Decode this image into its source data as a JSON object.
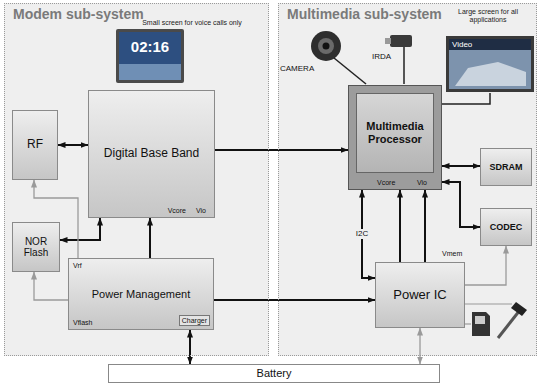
{
  "diagram": {
    "nodes": [
      {
        "text": [
          "Modem sub-system"
        ]
      },
      {
        "text": [
          "Digital Base Band",
          "Vcore",
          "Vio"
        ],
        "in": 0
      },
      {
        "text": [
          "RF"
        ],
        "in": 0
      },
      {
        "text": [
          "NOR Flash"
        ],
        "in": 0
      },
      {
        "text": [
          "Power Management",
          "Vrf",
          "Vflash",
          "Charger"
        ],
        "in": 0
      },
      {
        "text": [
          "Multimedia sub-system"
        ]
      },
      {
        "text": [
          "Multimedia Processor",
          "Vcore",
          "Vio"
        ],
        "in": 5
      },
      {
        "text": [
          "SDRAM"
        ],
        "in": 5
      },
      {
        "text": [
          "CODEC"
        ],
        "in": 5
      },
      {
        "text": [
          "Power IC"
        ],
        "in": 5
      },
      {
        "text": [
          "Battery"
        ]
      }
    ],
    "edges": [
      {
        "from": 2,
        "to": 1,
        "arrow": "both"
      },
      {
        "from": 3,
        "to": 1,
        "arrow": "both"
      },
      {
        "from": 4,
        "to": 1,
        "arrow": "to"
      },
      {
        "from": 4,
        "to": 2,
        "arrow": "to"
      },
      {
        "from": 4,
        "to": 3,
        "arrow": "to"
      },
      {
        "from": 1,
        "to": 6,
        "arrow": "to"
      },
      {
        "from": 4,
        "to": 9,
        "arrow": "to"
      },
      {
        "from": 4,
        "to": 10,
        "arrow": "both"
      },
      {
        "from": 9,
        "to": 10,
        "arrow": "both"
      },
      {
        "from": 6,
        "to": 7,
        "arrow": "both"
      },
      {
        "from": 6,
        "to": 8,
        "arrow": "both"
      },
      {
        "from": 9,
        "to": 6,
        "label": "I2C",
        "arrow": "both"
      },
      {
        "from": 9,
        "to": 6,
        "arrow": "to"
      },
      {
        "from": 9,
        "to": 6,
        "arrow": "to"
      },
      {
        "from": 9,
        "to": 8,
        "arrow": "to"
      }
    ],
    "labels": [
      "Small screen for voice calls only",
      "02:16",
      "CAMERA",
      "IRDA",
      "Large screen for all applications",
      "Video",
      "Vmem"
    ]
  }
}
